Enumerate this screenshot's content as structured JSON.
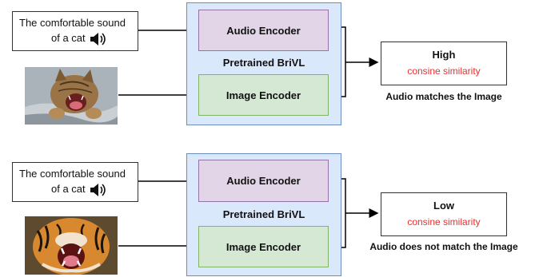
{
  "rows": [
    {
      "text_line1": "The comfortable sound",
      "text_line2": "of a cat",
      "speaker_icon": "speaker-icon",
      "photo": "cat-yawning-image",
      "panel_title": "Pretrained BriVL",
      "audio_encoder": "Audio Encoder",
      "image_encoder": "Image Encoder",
      "result_level": "High",
      "result_metric": "consine similarity",
      "caption": "Audio matches the Image"
    },
    {
      "text_line1": "The comfortable sound",
      "text_line2": "of a cat",
      "speaker_icon": "speaker-icon",
      "photo": "tiger-roaring-image",
      "panel_title": "Pretrained BriVL",
      "audio_encoder": "Audio Encoder",
      "image_encoder": "Image Encoder",
      "result_level": "Low",
      "result_metric": "consine similarity",
      "caption": "Audio does not match the Image"
    }
  ],
  "colors": {
    "panel_fill": "#dae8fc",
    "audio_encoder_fill": "#e1d5e7",
    "image_encoder_fill": "#d5e8d4",
    "metric_text": "#e8302f"
  }
}
